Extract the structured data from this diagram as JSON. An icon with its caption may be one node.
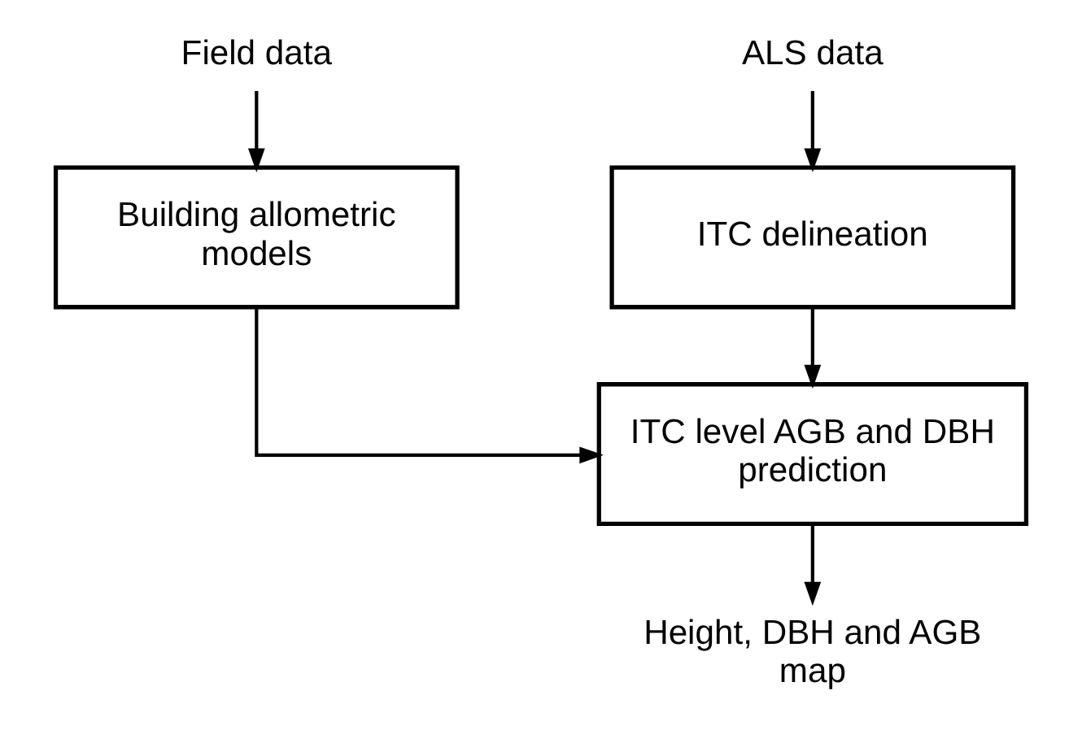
{
  "diagram": {
    "nodes": [
      {
        "text": [
          "Field data"
        ]
      },
      {
        "text": [
          "ALS data"
        ]
      },
      {
        "text": [
          "Building allometric models"
        ]
      },
      {
        "text": [
          "ITC delineation"
        ]
      },
      {
        "text": [
          "ITC level AGB and DBH prediction"
        ]
      },
      {
        "text": [
          "Height, DBH and AGB map"
        ]
      }
    ],
    "edges": [
      {
        "from": 0,
        "to": 2,
        "arrow": "to"
      },
      {
        "from": 1,
        "to": 3,
        "arrow": "to"
      },
      {
        "from": 3,
        "to": 4,
        "arrow": "to"
      },
      {
        "from": 2,
        "to": 4,
        "arrow": "to"
      },
      {
        "from": 4,
        "to": 5,
        "arrow": "to"
      }
    ]
  }
}
